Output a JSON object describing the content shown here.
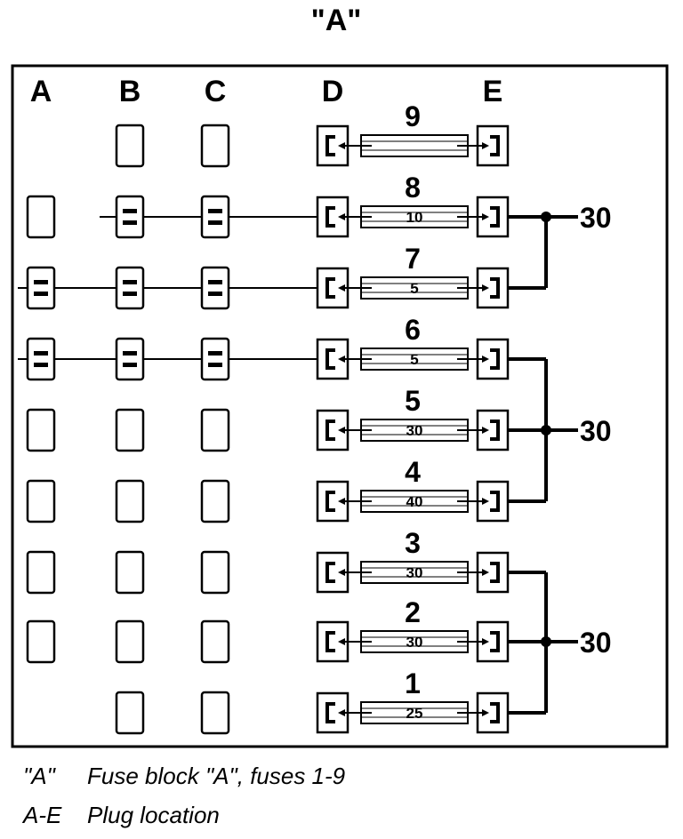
{
  "title": "\"A\"",
  "columns": [
    "A",
    "B",
    "C",
    "D",
    "E"
  ],
  "fuses": [
    {
      "number": "9",
      "amps": ""
    },
    {
      "number": "8",
      "amps": "10"
    },
    {
      "number": "7",
      "amps": "5"
    },
    {
      "number": "6",
      "amps": "5"
    },
    {
      "number": "5",
      "amps": "30"
    },
    {
      "number": "4",
      "amps": "40"
    },
    {
      "number": "3",
      "amps": "30"
    },
    {
      "number": "2",
      "amps": "30"
    },
    {
      "number": "1",
      "amps": "25"
    }
  ],
  "feeds": [
    "30",
    "30",
    "30"
  ],
  "legend": [
    {
      "key": "\"A\"",
      "text": "Fuse block \"A\", fuses 1-9"
    },
    {
      "key": "A-E",
      "text": "Plug location"
    }
  ]
}
